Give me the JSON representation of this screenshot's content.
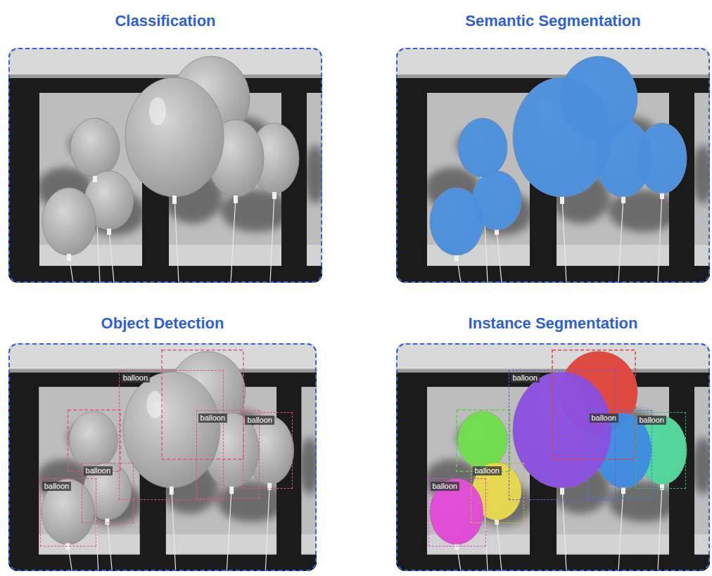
{
  "diagram": {
    "nodes": [
      {
        "text": [
          "Classification"
        ]
      },
      {
        "text": [
          "Semantic Segmentation"
        ]
      },
      {
        "text": [
          "Object Detection"
        ]
      },
      {
        "text": [
          "balloon"
        ],
        "in": 2
      },
      {
        "text": [
          "balloon"
        ],
        "in": 2
      },
      {
        "text": [
          "balloon"
        ],
        "in": 2
      },
      {
        "text": [
          "balloon"
        ],
        "in": 2
      },
      {
        "text": [
          "balloon"
        ],
        "in": 2
      },
      {
        "text": [
          "Instance Segmentation"
        ]
      },
      {
        "text": [
          "balloon"
        ],
        "in": 8
      },
      {
        "text": [
          "balloon"
        ],
        "in": 8
      },
      {
        "text": [
          "balloon"
        ],
        "in": 8
      },
      {
        "text": [
          "balloon"
        ],
        "in": 8
      },
      {
        "text": [
          "balloon"
        ],
        "in": 8
      }
    ]
  }
}
